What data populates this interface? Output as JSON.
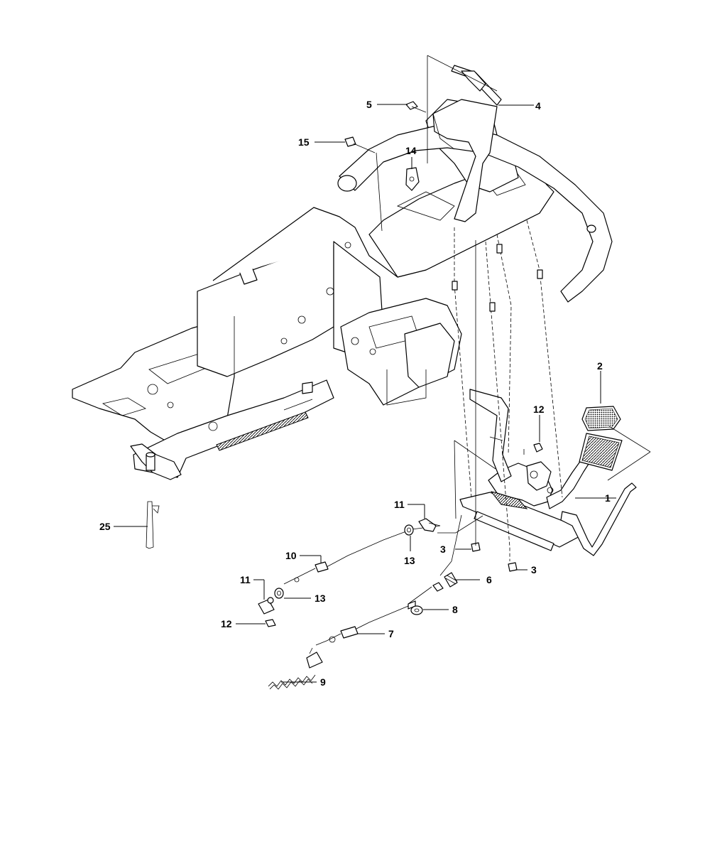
{
  "callouts": {
    "c1": "1",
    "c2": "2",
    "c3a": "3",
    "c3b": "3",
    "c4": "4",
    "c5": "5",
    "c6": "6",
    "c7": "7",
    "c8": "8",
    "c9": "9",
    "c10": "10",
    "c11a": "11",
    "c11b": "11",
    "c12a": "12",
    "c12b": "12",
    "c13a": "13",
    "c13b": "13",
    "c14": "14",
    "c15": "15",
    "c25": "25"
  }
}
